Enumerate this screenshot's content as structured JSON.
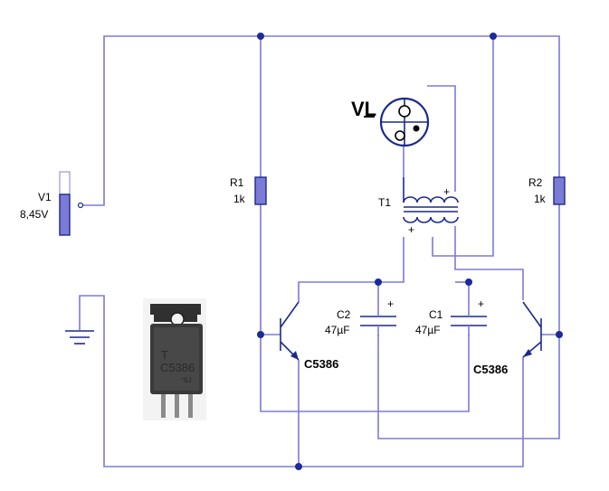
{
  "components": {
    "battery": {
      "name": "V1",
      "value": "8,45V"
    },
    "r1": {
      "name": "R1",
      "value": "1k"
    },
    "r2": {
      "name": "R2",
      "value": "1k"
    },
    "transformer": {
      "name": "T1"
    },
    "c1": {
      "name": "C1",
      "value": "47µF"
    },
    "c2": {
      "name": "C2",
      "value": "47µF"
    },
    "lamp": {
      "name": "VL"
    },
    "q_left": {
      "part": "C5386"
    },
    "q_right": {
      "part": "C5386"
    }
  },
  "package_photo": {
    "marking": "C5386",
    "sub_marking": "°6J"
  },
  "colors": {
    "wire": "#7b7bd6",
    "device": "#1c2a8a",
    "node": "#1c2a9a"
  }
}
